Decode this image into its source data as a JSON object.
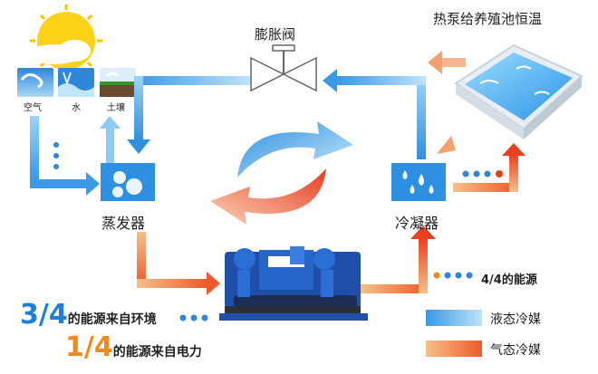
{
  "pool_title": "热泵给养殖池恒温",
  "valve_label": "膨胀阀",
  "sources": [
    {
      "label": "空气",
      "icon": "air-icon"
    },
    {
      "label": "水",
      "icon": "water-icon"
    },
    {
      "label": "土壤",
      "icon": "soil-icon"
    }
  ],
  "evaporator_label": "蒸发器",
  "condenser_label": "冷凝器",
  "energy_label": "4/4的能源",
  "environment_share": {
    "fraction": "3/4",
    "text": "的能源来自环境"
  },
  "electric_share": {
    "fraction": "1/4",
    "text": "的能源来自电力"
  },
  "legend": [
    {
      "label": "液态冷媒",
      "color": "#2a8fe0"
    },
    {
      "label": "气态冷媒",
      "color": "#ee5a2a"
    }
  ],
  "colors": {
    "liquid": "#2a8fe0",
    "gas": "#ee5a2a",
    "orange": "#f08a1c",
    "blue_text": "#1e7fd8"
  }
}
